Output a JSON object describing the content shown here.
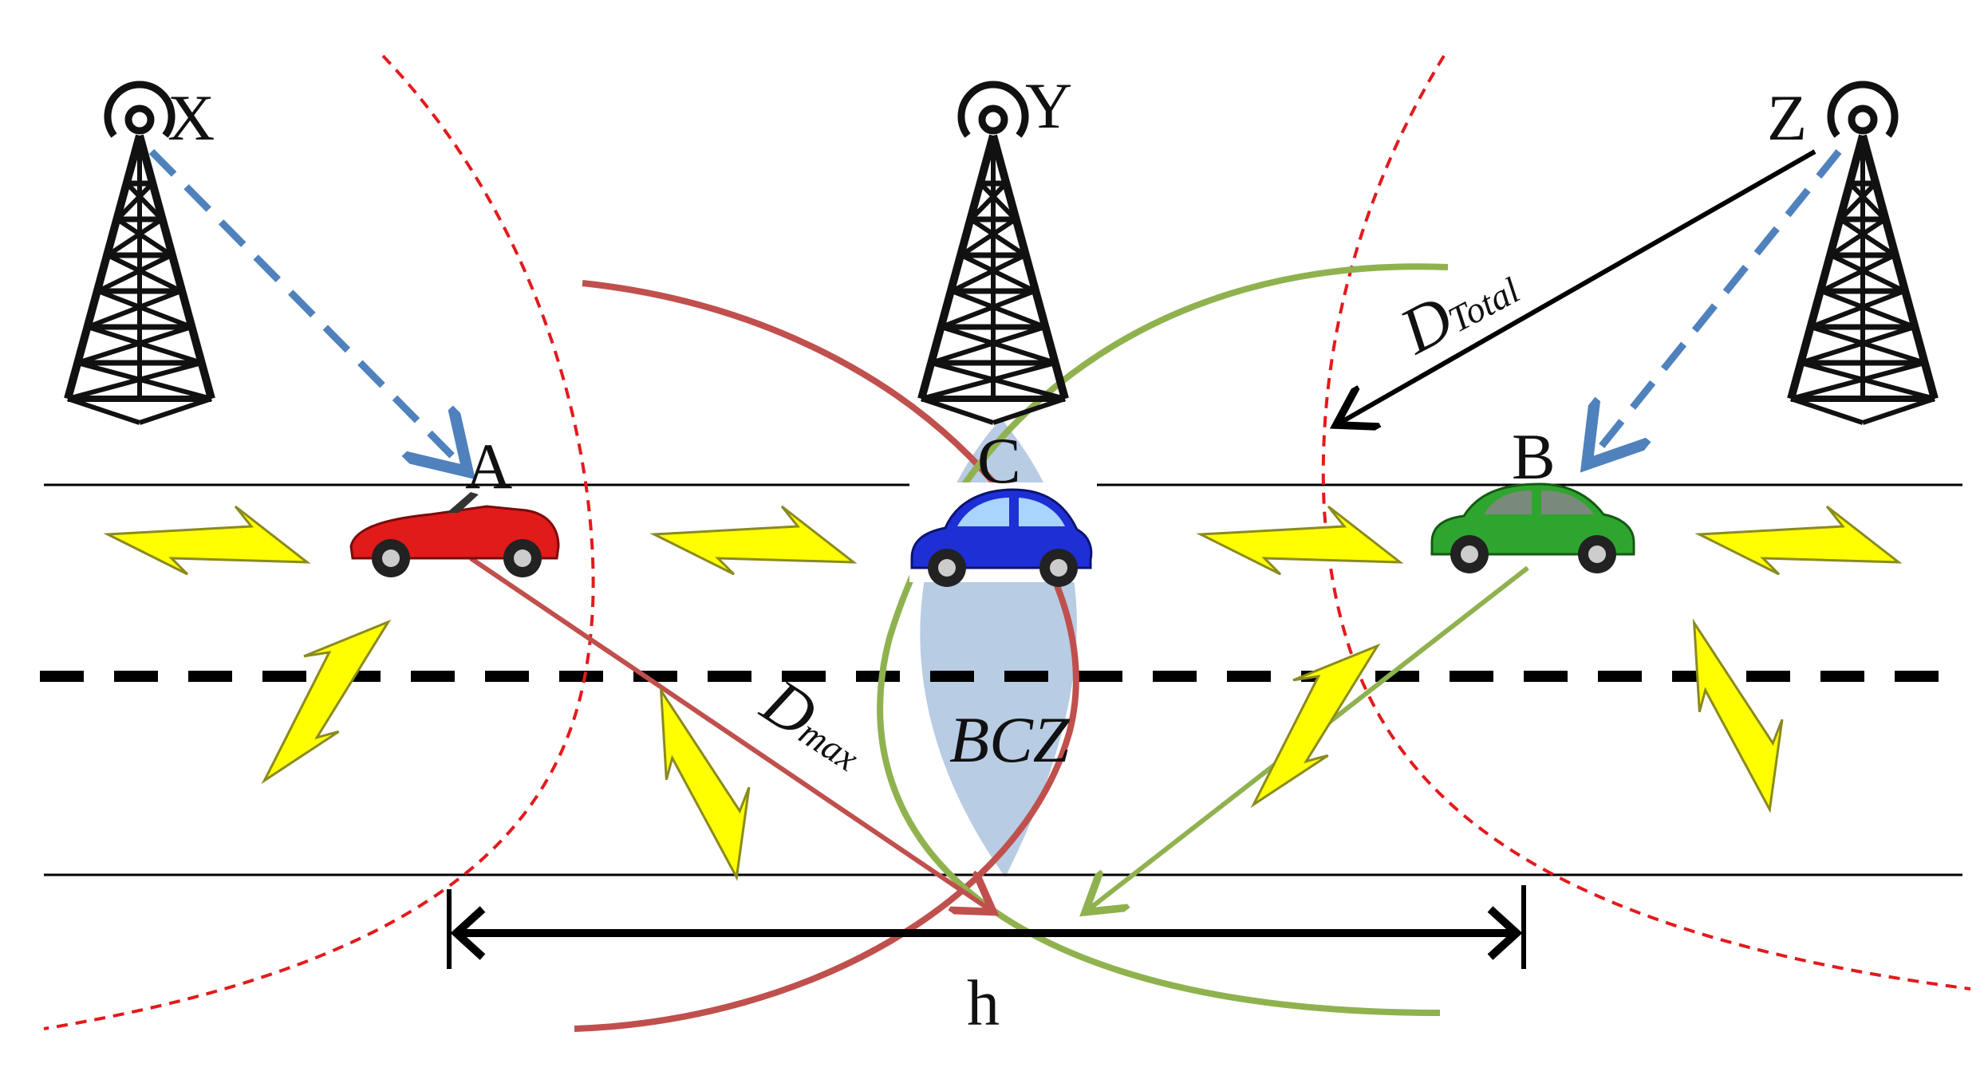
{
  "towers": [
    {
      "id": "X",
      "label": "X"
    },
    {
      "id": "Y",
      "label": "Y"
    },
    {
      "id": "Z",
      "label": "Z"
    }
  ],
  "vehicles": [
    {
      "id": "A",
      "label": "A",
      "color": "#e11a1a"
    },
    {
      "id": "C",
      "label": "C",
      "color": "#1f2fd6"
    },
    {
      "id": "B",
      "label": "B",
      "color": "#2ea52e"
    }
  ],
  "annotations": {
    "d_total_main": "D",
    "d_total_sub": "Total",
    "d_max_main": "D",
    "d_max_sub": "max",
    "zone": "BCZ",
    "span": "h"
  },
  "colors": {
    "tower": "#111111",
    "road_line": "#000000",
    "coverage_circle": "#e31a1c",
    "range_a": "#c0504d",
    "range_b": "#8fb24f",
    "signal_link": "#4f81bd",
    "lightning": "#ffff00",
    "lightning_stroke": "#8a8a20",
    "zone_fill": "#b8cce4"
  }
}
